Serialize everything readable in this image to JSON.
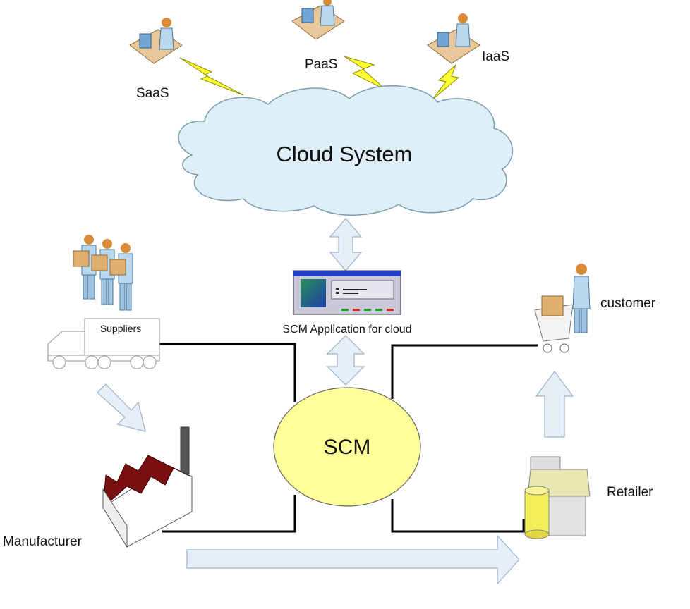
{
  "diagram": {
    "cloud": {
      "label": "Cloud System",
      "fill": "#dfeff8",
      "stroke": "#7a9bb0"
    },
    "service_models": [
      {
        "label": "SaaS",
        "icon": "user-workstation-icon"
      },
      {
        "label": "PaaS",
        "icon": "user-workstation-icon"
      },
      {
        "label": "IaaS",
        "icon": "user-workstation-icon"
      }
    ],
    "scm_app": {
      "label": "SCM Application for cloud",
      "icon": "application-window-icon"
    },
    "scm_hub": {
      "label": "SCM",
      "fill": "#ffff99"
    },
    "suppliers": {
      "label": "Suppliers",
      "icon": "delivery-truck-icon"
    },
    "manufacturer": {
      "label": "Manufacturer",
      "icon": "factory-icon"
    },
    "retailer": {
      "label": "Retailer",
      "icon": "warehouse-icon"
    },
    "customer": {
      "label": "customer",
      "icon": "shopping-cart-icon"
    },
    "colors": {
      "arrow_fill": "#e6eef8",
      "arrow_stroke": "#9fb3c8",
      "lightning": "#ffff33",
      "factory_roof": "#7a0f0f",
      "connector": "#000000"
    }
  }
}
